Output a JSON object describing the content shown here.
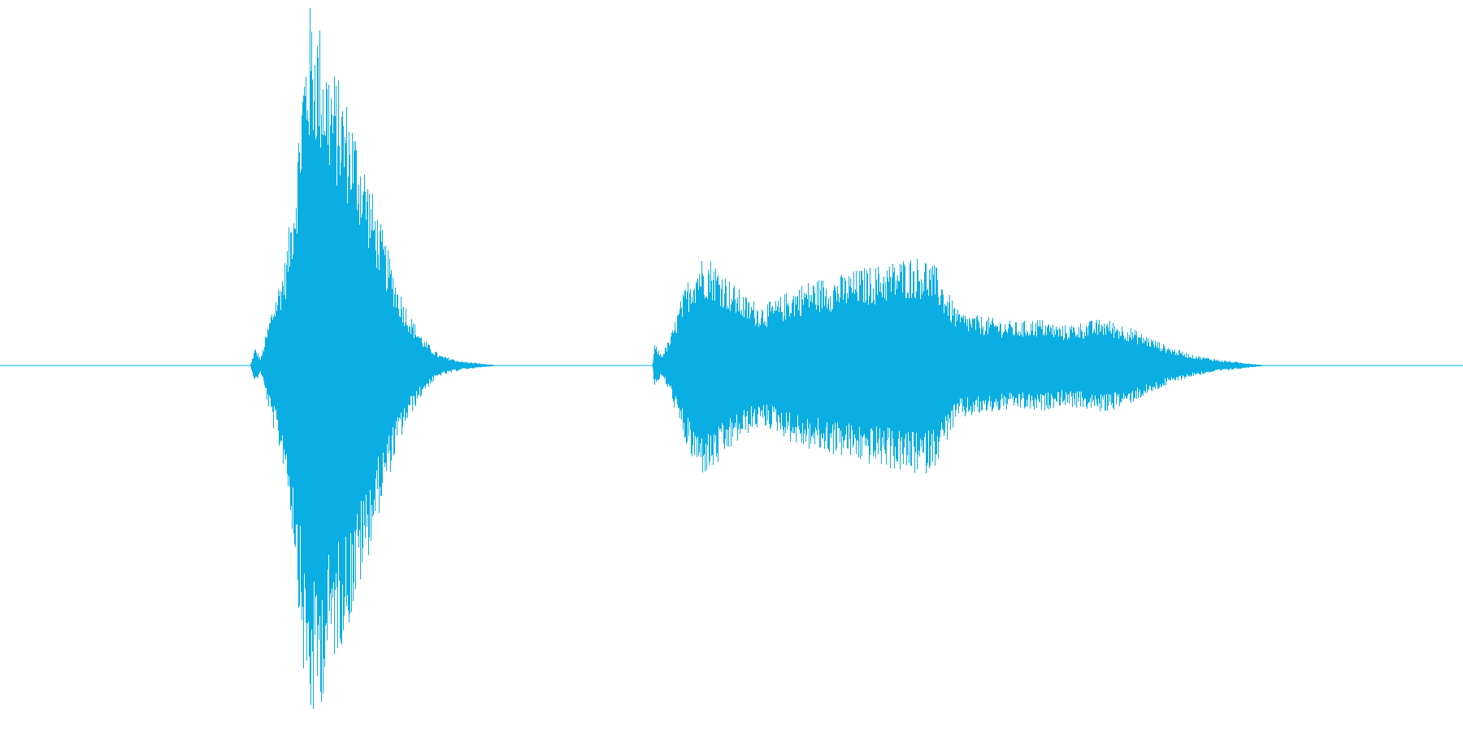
{
  "waveform": {
    "color": "#0aaee3",
    "background": "#ffffff",
    "amplitude_max": 1.0,
    "segments": [
      {
        "name": "burst-1",
        "start": 0.171,
        "end": 0.341,
        "envelope": [
          [
            0.171,
            0.0
          ],
          [
            0.174,
            0.05
          ],
          [
            0.178,
            0.02
          ],
          [
            0.185,
            0.15
          ],
          [
            0.195,
            0.3
          ],
          [
            0.202,
            0.55
          ],
          [
            0.207,
            0.85
          ],
          [
            0.212,
            1.0
          ],
          [
            0.218,
            0.95
          ],
          [
            0.224,
            0.85
          ],
          [
            0.232,
            0.78
          ],
          [
            0.24,
            0.7
          ],
          [
            0.248,
            0.58
          ],
          [
            0.256,
            0.45
          ],
          [
            0.264,
            0.33
          ],
          [
            0.272,
            0.22
          ],
          [
            0.28,
            0.14
          ],
          [
            0.29,
            0.07
          ],
          [
            0.3,
            0.03
          ],
          [
            0.315,
            0.012
          ],
          [
            0.341,
            0.0
          ]
        ]
      },
      {
        "name": "burst-2",
        "start": 0.446,
        "end": 0.866,
        "envelope": [
          [
            0.446,
            0.0
          ],
          [
            0.447,
            0.06
          ],
          [
            0.452,
            0.03
          ],
          [
            0.458,
            0.08
          ],
          [
            0.465,
            0.18
          ],
          [
            0.472,
            0.26
          ],
          [
            0.478,
            0.3
          ],
          [
            0.485,
            0.3
          ],
          [
            0.492,
            0.27
          ],
          [
            0.5,
            0.23
          ],
          [
            0.51,
            0.19
          ],
          [
            0.52,
            0.17
          ],
          [
            0.53,
            0.18
          ],
          [
            0.54,
            0.21
          ],
          [
            0.55,
            0.23
          ],
          [
            0.56,
            0.24
          ],
          [
            0.575,
            0.25
          ],
          [
            0.59,
            0.27
          ],
          [
            0.605,
            0.28
          ],
          [
            0.62,
            0.3
          ],
          [
            0.632,
            0.3
          ],
          [
            0.64,
            0.27
          ],
          [
            0.648,
            0.2
          ],
          [
            0.655,
            0.15
          ],
          [
            0.665,
            0.14
          ],
          [
            0.68,
            0.13
          ],
          [
            0.695,
            0.12
          ],
          [
            0.71,
            0.13
          ],
          [
            0.725,
            0.11
          ],
          [
            0.74,
            0.12
          ],
          [
            0.755,
            0.13
          ],
          [
            0.77,
            0.11
          ],
          [
            0.785,
            0.08
          ],
          [
            0.8,
            0.05
          ],
          [
            0.815,
            0.03
          ],
          [
            0.835,
            0.015
          ],
          [
            0.866,
            0.0
          ]
        ]
      }
    ]
  }
}
